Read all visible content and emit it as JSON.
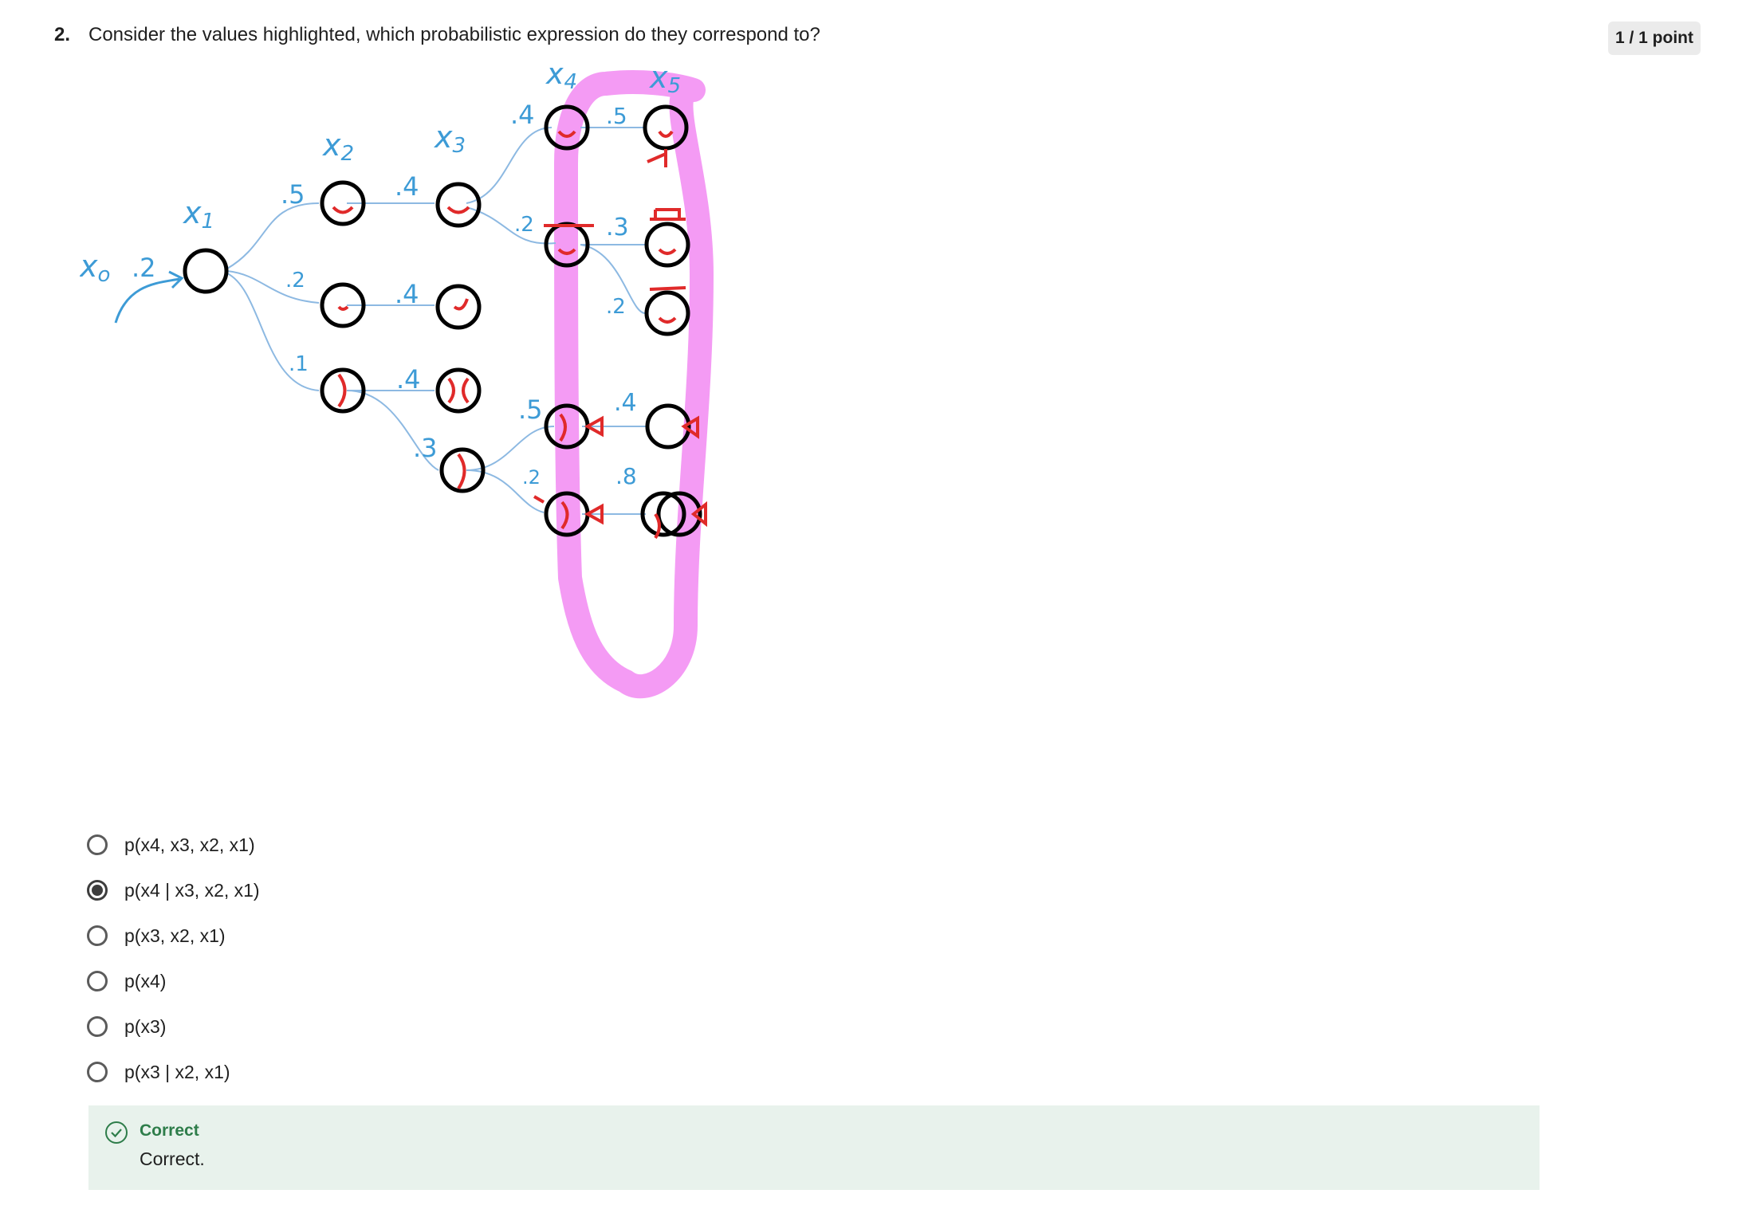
{
  "question": {
    "number": "2.",
    "text": "Consider the values highlighted, which probabilistic expression do they correspond to?",
    "points": "1 / 1 point"
  },
  "figure": {
    "labels": [
      "x0",
      "x1",
      "x2",
      "x3",
      "x4",
      "x5"
    ],
    "probabilities": {
      "x0_x1": ".2",
      "x1_top": ".5",
      "x1_mid": ".2",
      "x1_bot": ".1",
      "x2_top": ".4",
      "x2_mid": ".4",
      "x2_bot": ".4",
      "x2_bot_low": ".3",
      "x3_top": ".4",
      "x3_top_low": ".2",
      "x3_bot": ".5",
      "x3_bot_low": ".2",
      "x4_a": ".5",
      "x4_b": ".3",
      "x4_c": ".2",
      "x4_d": ".4",
      "x4_e": ".8"
    },
    "colors": {
      "ink": "#000000",
      "handwriting": "#3d9bd6",
      "features": "#e02a2a",
      "highlight": "#ee66ee"
    }
  },
  "options": [
    {
      "label": "p(x4, x3, x2, x1)",
      "selected": false
    },
    {
      "label": "p(x4 | x3, x2, x1)",
      "selected": true
    },
    {
      "label": "p(x3, x2, x1)",
      "selected": false
    },
    {
      "label": "p(x4)",
      "selected": false
    },
    {
      "label": "p(x3)",
      "selected": false
    },
    {
      "label": "p(x3 | x2, x1)",
      "selected": false
    }
  ],
  "feedback": {
    "title": "Correct",
    "text": "Correct.",
    "color": "#2e7d4a"
  }
}
